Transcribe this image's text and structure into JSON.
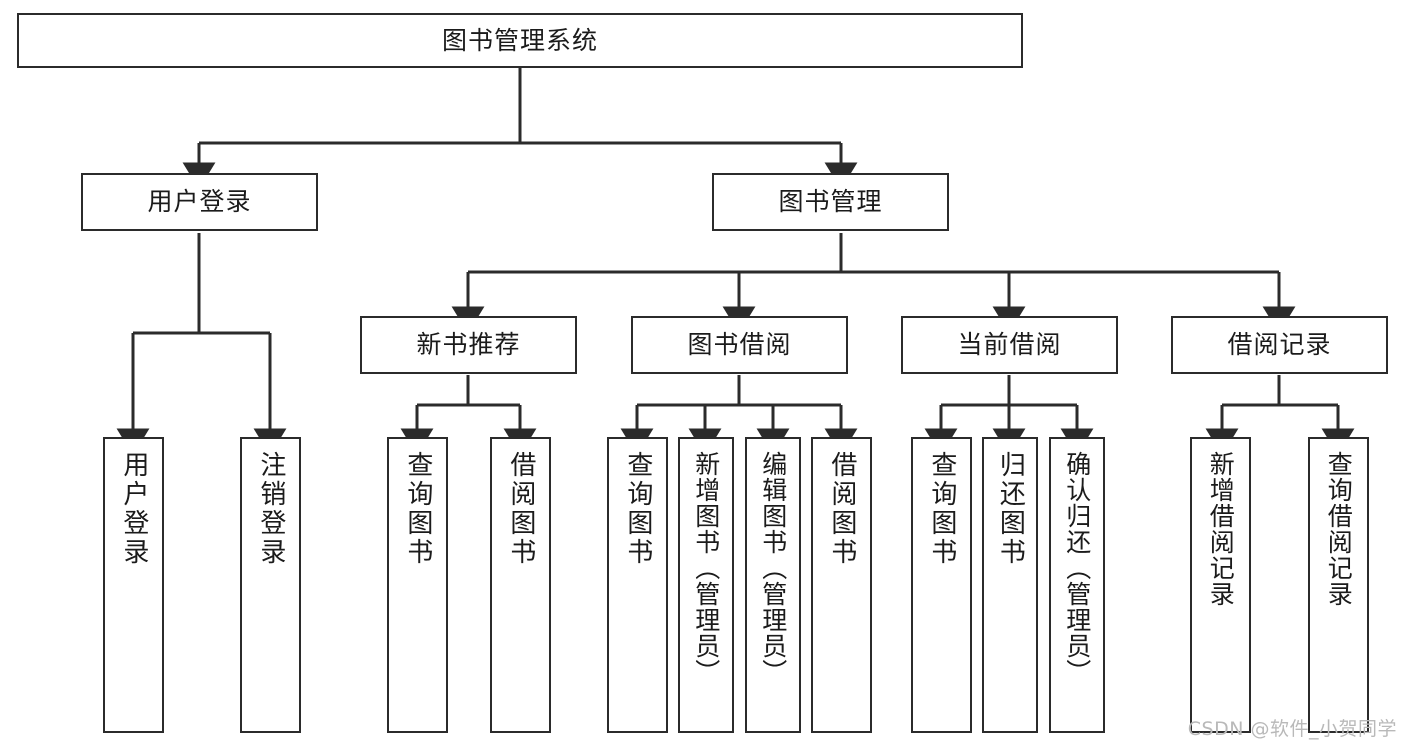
{
  "diagram": {
    "title": "图书管理系统",
    "type": "tree",
    "watermark": "CSDN @软件_小贺同学",
    "colors": {
      "border": "#2b2b2b",
      "background": "#ffffff",
      "edge": "#2b2b2b",
      "text": "#1b1b1b",
      "watermark": "#b9b9b9"
    },
    "nodes": {
      "root": {
        "label": "图书管理系统"
      },
      "level1": [
        {
          "id": "user-login",
          "label": "用户登录"
        },
        {
          "id": "book-management",
          "label": "图书管理"
        }
      ],
      "level2": [
        {
          "id": "new-book-recommend",
          "label": "新书推荐",
          "parent": "book-management"
        },
        {
          "id": "book-borrow",
          "label": "图书借阅",
          "parent": "book-management"
        },
        {
          "id": "current-borrow",
          "label": "当前借阅",
          "parent": "book-management"
        },
        {
          "id": "borrow-record",
          "label": "借阅记录",
          "parent": "book-management"
        }
      ],
      "leaves": [
        {
          "id": "leaf-user-login",
          "label": "用户登录",
          "parent": "user-login"
        },
        {
          "id": "leaf-user-logout",
          "label": "注销登录",
          "parent": "user-login"
        },
        {
          "id": "leaf-query-book-1",
          "label": "查询图书",
          "parent": "new-book-recommend"
        },
        {
          "id": "leaf-borrow-book-1",
          "label": "借阅图书",
          "parent": "new-book-recommend"
        },
        {
          "id": "leaf-query-book-2",
          "label": "查询图书",
          "parent": "book-borrow"
        },
        {
          "id": "leaf-add-book",
          "label": "新增图书（管理员）",
          "parent": "book-borrow"
        },
        {
          "id": "leaf-edit-book",
          "label": "编辑图书（管理员）",
          "parent": "book-borrow"
        },
        {
          "id": "leaf-borrow-book-2",
          "label": "借阅图书",
          "parent": "book-borrow"
        },
        {
          "id": "leaf-query-book-3",
          "label": "查询图书",
          "parent": "current-borrow"
        },
        {
          "id": "leaf-return-book",
          "label": "归还图书",
          "parent": "current-borrow"
        },
        {
          "id": "leaf-confirm-return",
          "label": "确认归还（管理员）",
          "parent": "current-borrow"
        },
        {
          "id": "leaf-add-record",
          "label": "新增借阅记录",
          "parent": "borrow-record"
        },
        {
          "id": "leaf-query-record",
          "label": "查询借阅记录",
          "parent": "borrow-record"
        }
      ]
    }
  }
}
